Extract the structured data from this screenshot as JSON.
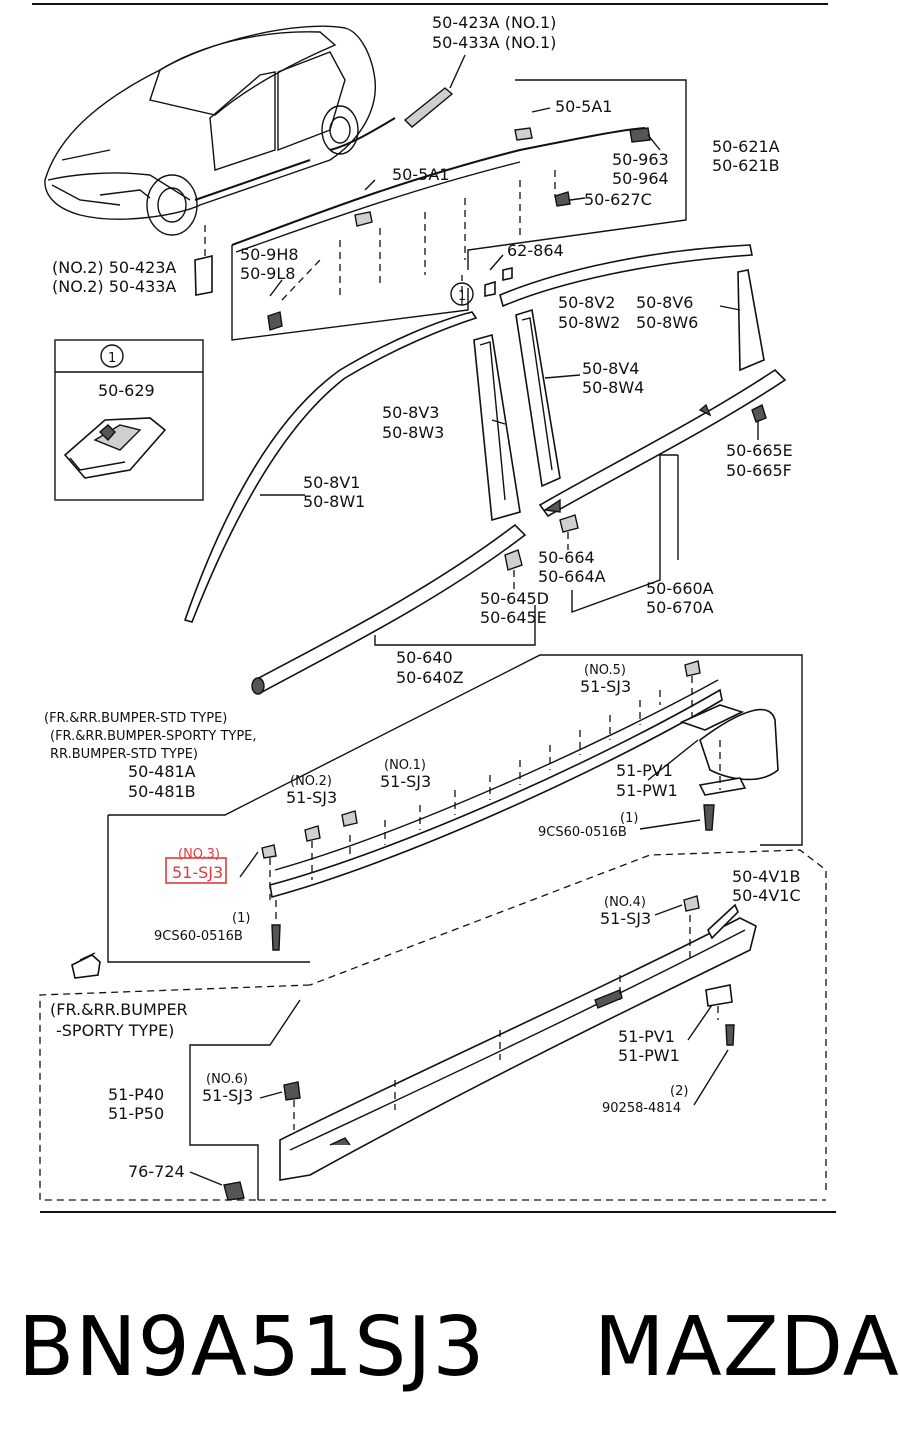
{
  "labels": {
    "l_50_423A_top": "50-423A (NO.1)",
    "l_50_433A_top": "50-433A (NO.1)",
    "l_50_5A1_a": "50-5A1",
    "l_50_5A1_b": "50-5A1",
    "l_50_963": "50-963",
    "l_50_964": "50-964",
    "l_50_621A": "50-621A",
    "l_50_621B": "50-621B",
    "l_50_627C": "50-627C",
    "l_50_9H8": "50-9H8",
    "l_50_9L8": "50-9L8",
    "l_62_864": "62-864",
    "l_no2_423A": "(NO.2) 50-423A",
    "l_no2_433A": "(NO.2) 50-433A",
    "l_circle1_a": "1",
    "l_circle1_b": "1",
    "l_50_629": "50-629",
    "l_50_8V2": "50-8V2",
    "l_50_8W2": "50-8W2",
    "l_50_8V6": "50-8V6",
    "l_50_8W6": "50-8W6",
    "l_50_8V4": "50-8V4",
    "l_50_8W4": "50-8W4",
    "l_50_8V3": "50-8V3",
    "l_50_8W3": "50-8W3",
    "l_50_665E": "50-665E",
    "l_50_665F": "50-665F",
    "l_50_8V1": "50-8V1",
    "l_50_8W1": "50-8W1",
    "l_50_664": "50-664",
    "l_50_664A": "50-664A",
    "l_50_660A": "50-660A",
    "l_50_670A": "50-670A",
    "l_50_645D": "50-645D",
    "l_50_645E": "50-645E",
    "l_50_640": "50-640",
    "l_50_640Z": "50-640Z",
    "l_no5": "(NO.5)",
    "l_51_SJ3_no5": "51-SJ3",
    "l_std_1": "(FR.&RR.BUMPER-STD TYPE)",
    "l_std_2": "(FR.&RR.BUMPER-SPORTY TYPE,",
    "l_std_3": "RR.BUMPER-STD TYPE)",
    "l_50_481A": "50-481A",
    "l_50_481B": "50-481B",
    "l_no1": "(NO.1)",
    "l_51_SJ3_no1": "51-SJ3",
    "l_no2": "(NO.2)",
    "l_51_SJ3_no2": "51-SJ3",
    "l_51_PV1_a": "51-PV1",
    "l_51_PW1_a": "51-PW1",
    "l_paren1_a": "(1)",
    "l_9CS60_a": "9CS60-0516B",
    "l_no3": "(NO.3)",
    "l_51_SJ3_no3": "51-SJ3",
    "l_paren1_b": "(1)",
    "l_9CS60_b": "9CS60-0516B",
    "l_50_4V1B": "50-4V1B",
    "l_50_4V1C": "50-4V1C",
    "l_no4": "(NO.4)",
    "l_51_SJ3_no4": "51-SJ3",
    "l_sporty_1": "(FR.&RR.BUMPER",
    "l_sporty_2": "-SPORTY TYPE)",
    "l_51_PV1_b": "51-PV1",
    "l_51_PW1_b": "51-PW1",
    "l_51_P40": "51-P40",
    "l_51_P50": "51-P50",
    "l_no6": "(NO.6)",
    "l_51_SJ3_no6": "51-SJ3",
    "l_paren2": "(2)",
    "l_90258": "90258-4814",
    "l_76_724": "76-724"
  },
  "highlight_color": "#e23b3b",
  "caption": "BN9A51SJ3    MAZDA"
}
